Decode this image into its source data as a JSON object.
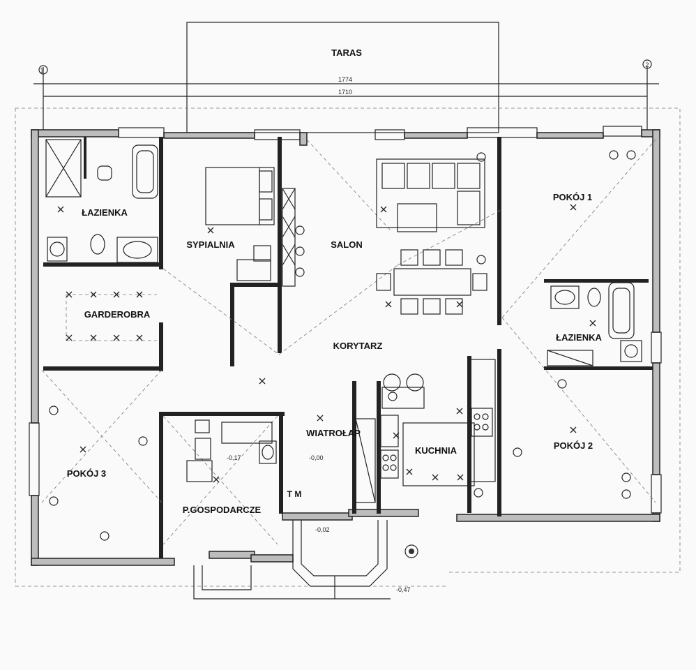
{
  "rooms": {
    "taras": "TARAS",
    "lazienka_left": "ŁAZIENKA",
    "sypialnia": "SYPIALNIA",
    "salon": "SALON",
    "pokoj1": "POKÓJ 1",
    "garderobra": "GARDEROBRA",
    "korytarz": "KORYTARZ",
    "lazienka_right": "ŁAZIENKA",
    "wiatrolap": "WIATROŁAP",
    "kuchnia": "KUCHNIA",
    "pokoj2": "POKÓJ 2",
    "pokoj3": "POKÓJ 3",
    "gospodarcze": "P.GOSPODARCZE"
  },
  "dimensions": {
    "outer": "1774",
    "inner": "1710"
  },
  "axes": {
    "left": "1",
    "right": "2"
  },
  "levels": {
    "gosp": "-0,17",
    "wiatrolap": "-0,00",
    "entry": "-0,02",
    "stairs": "-0,47"
  },
  "marks": {
    "tm": "T M",
    "socket2": "2"
  }
}
